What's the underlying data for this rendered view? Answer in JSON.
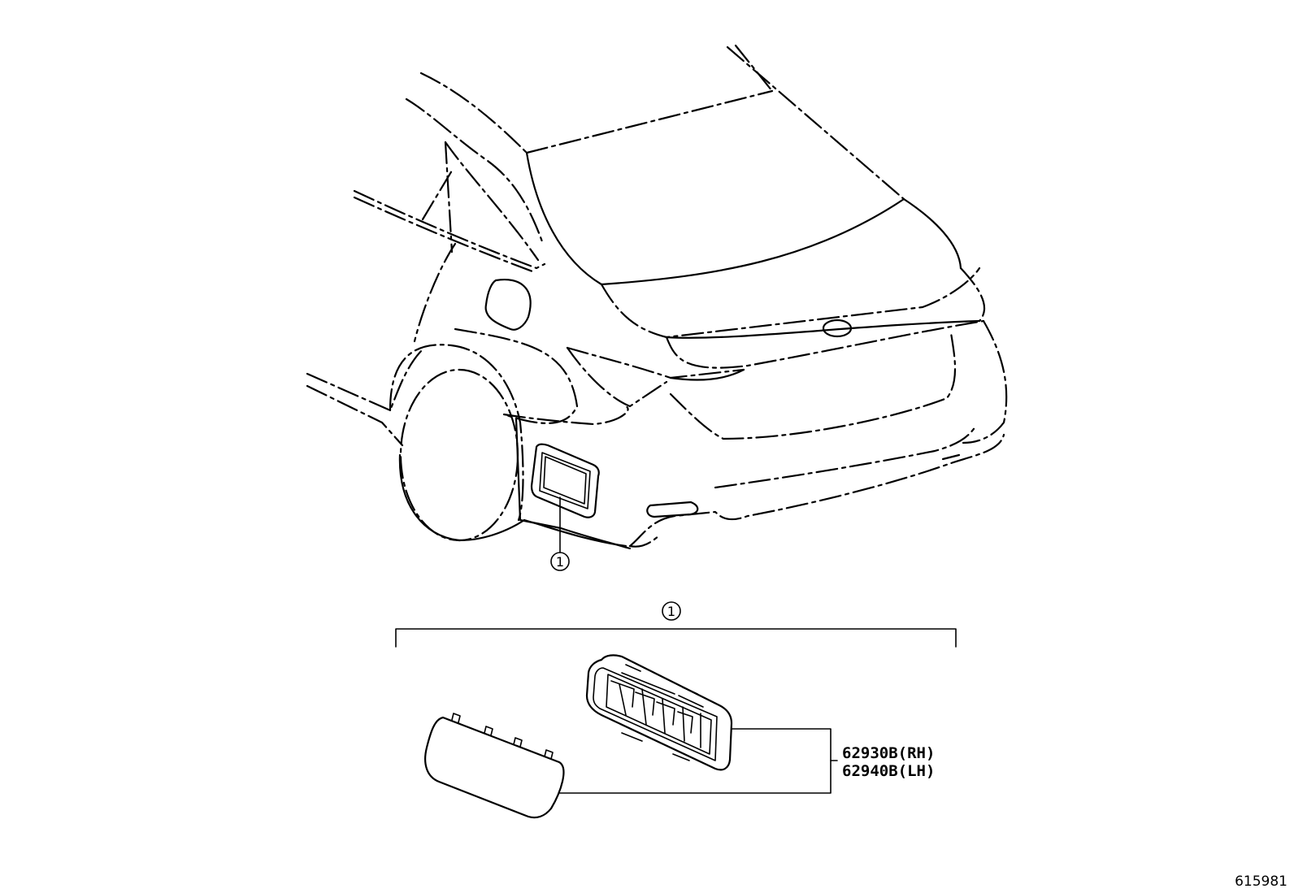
{
  "callouts": {
    "on_vehicle": "1",
    "assembly": "1"
  },
  "parts": [
    {
      "number": "62930B(RH)"
    },
    {
      "number": "62940B(LH)"
    }
  ],
  "illustration_id": "615981"
}
